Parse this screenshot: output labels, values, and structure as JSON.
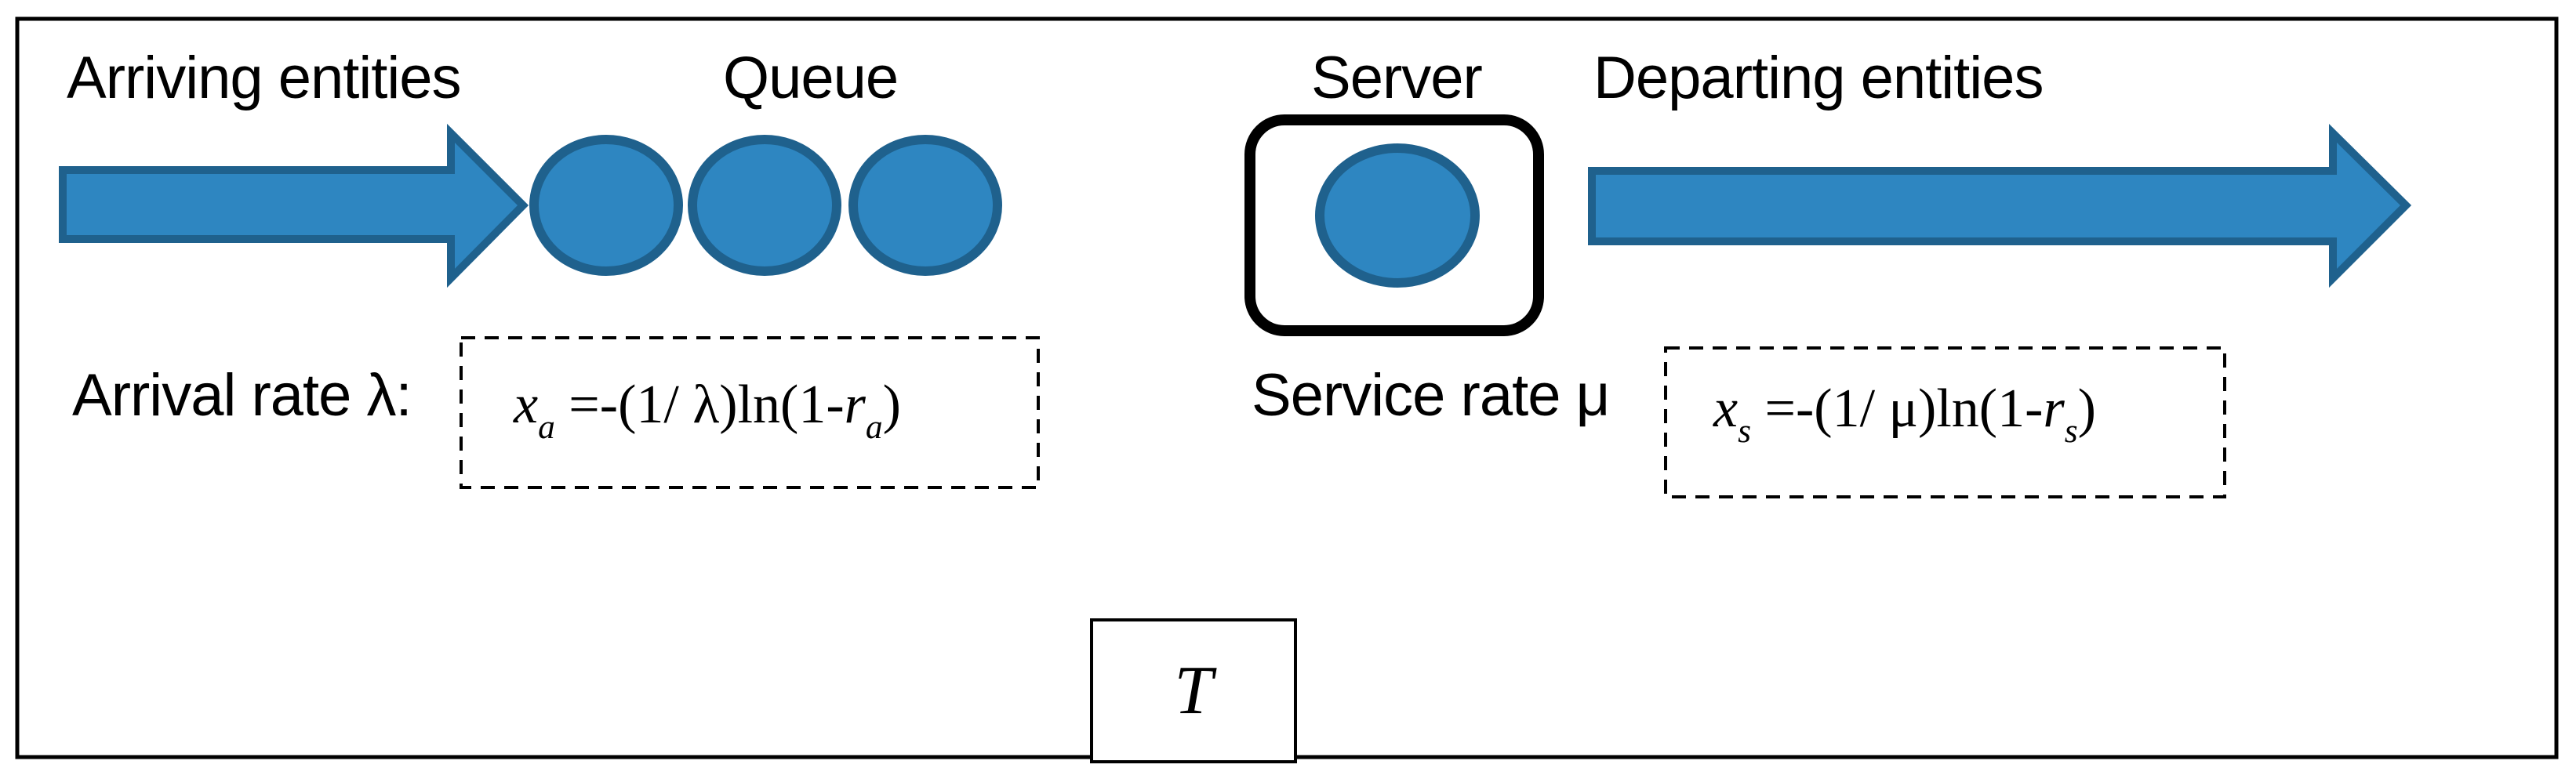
{
  "diagram": {
    "labels": {
      "arriving": "Arriving entities",
      "queue": "Queue",
      "server": "Server",
      "departing": "Departing entities",
      "arrival_rate": "Arrival rate λ:",
      "service_rate": "Service rate μ",
      "time_symbol": "T"
    },
    "formulas": {
      "arrival": {
        "lhs": "x",
        "lhs_sub": "a",
        "mid": " =-(1/ λ)ln(1-",
        "rhs": "r",
        "rhs_sub": "a",
        "close": ")"
      },
      "service": {
        "lhs": "x",
        "lhs_sub": "s",
        "mid": " =-(1/ μ)ln(1-",
        "rhs": "r",
        "rhs_sub": "s",
        "close": ")"
      }
    },
    "queue_circle_count": "3",
    "colors": {
      "shape_fill": "#2e86c1",
      "shape_stroke": "#1f618d",
      "outline": "#000000"
    }
  }
}
